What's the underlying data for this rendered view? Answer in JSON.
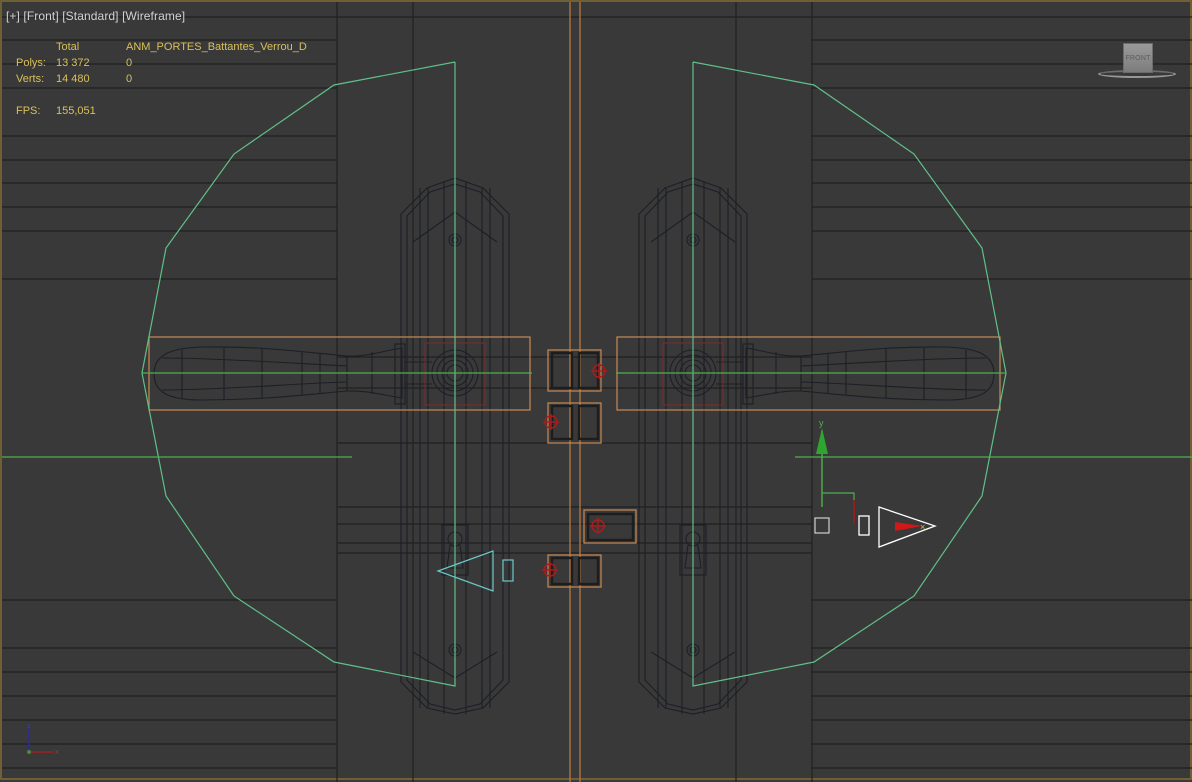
{
  "viewport": {
    "label_parts": [
      "[+]",
      "[Front]",
      "[Standard]",
      "[Wireframe]"
    ],
    "active_border_color": "#6e6034",
    "background_color": "#393939"
  },
  "stats": {
    "header": {
      "total": "Total",
      "selection": "ANM_PORTES_Battantes_Verrou_D"
    },
    "rows": [
      {
        "label": "Polys:",
        "total": "13 372",
        "selection": "0"
      },
      {
        "label": "Verts:",
        "total": "14 480",
        "selection": "0"
      }
    ],
    "fps_label": "FPS:",
    "fps_value": "155,051",
    "text_color": "#d9c05a"
  },
  "viewcube": {
    "face_label": "FRONT"
  },
  "axis_tripod": {
    "vertical_axis": "z",
    "horizontal_axis": "x",
    "origin_axis": "y"
  },
  "gizmo": {
    "axis_label": "y"
  },
  "colors": {
    "grid_line": "#1f1f1f",
    "selection_box": "#c88a55",
    "spline_green": "#5fc08a",
    "axis_green": "#4fb04f",
    "camera_cyan": "#6cc8c8",
    "helper_red": "#c01818",
    "wire": "#1d1f26"
  }
}
